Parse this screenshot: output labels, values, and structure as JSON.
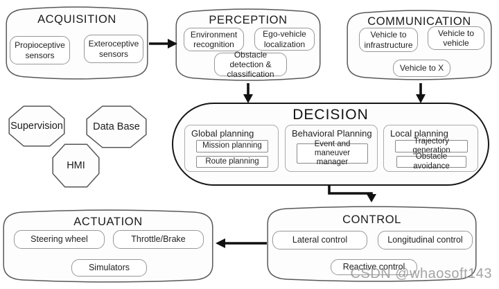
{
  "acquisition": {
    "title": "ACQUISITION",
    "items": [
      "Propioceptive sensors",
      "Exteroceptive sensors"
    ]
  },
  "perception": {
    "title": "PERCEPTION",
    "items": [
      "Environment recognition",
      "Ego-vehicle localization",
      "Obstacle detection & classification"
    ]
  },
  "communication": {
    "title": "COMMUNICATION",
    "items": [
      "Vehicle to infrastructure",
      "Vehicle to vehicle",
      "Vehicle to X"
    ]
  },
  "octagons": {
    "supervision": "Supervision",
    "database": "Data Base",
    "hmi": "HMI"
  },
  "decision": {
    "title": "DECISION",
    "panels": [
      {
        "label": "Global planning",
        "items": [
          "Mission planning",
          "Route planning"
        ]
      },
      {
        "label": "Behavioral Planning",
        "items": [
          "Event and maneuver manager"
        ]
      },
      {
        "label": "Local planning",
        "items": [
          "Trajectory generation",
          "Obstacle avoidance"
        ]
      }
    ]
  },
  "actuation": {
    "title": "ACTUATION",
    "items": [
      "Steering wheel",
      "Throttle/Brake",
      "Simulators"
    ]
  },
  "control": {
    "title": "CONTROL",
    "items": [
      "Lateral control",
      "Longitudinal control",
      "Reactive control"
    ]
  },
  "watermark": "CSDN @whaosoft143",
  "colors": {
    "ink": "#111111",
    "box_border": "#585858",
    "inner_border": "#979797",
    "watermark_gray": "#8f8f8f"
  }
}
